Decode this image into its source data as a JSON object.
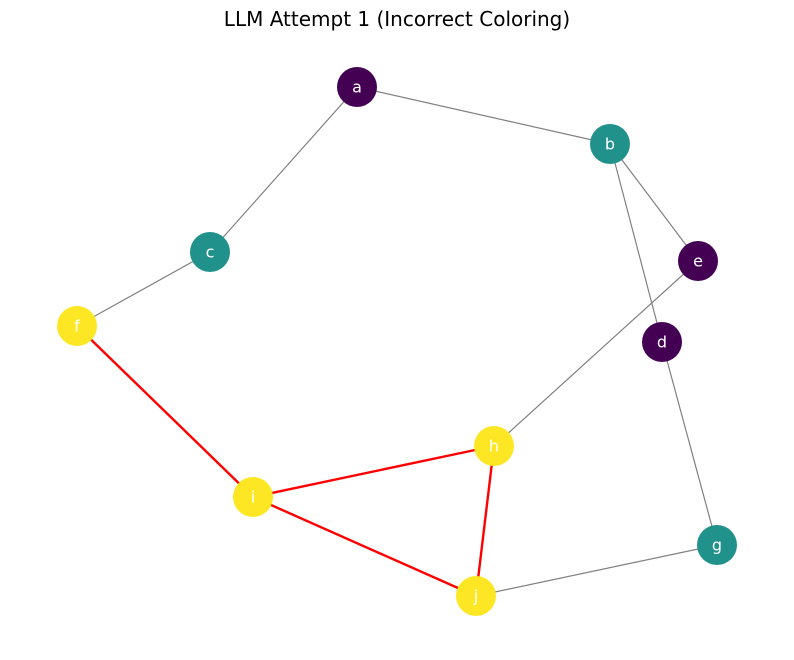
{
  "title": "LLM Attempt 1 (Incorrect Coloring)",
  "colors": {
    "purple": "#440154",
    "teal": "#21918c",
    "yellow": "#fde725",
    "edge_normal": "#808080",
    "edge_conflict": "#ff0000",
    "label": "#ffffff"
  },
  "nodes": [
    {
      "id": "a",
      "label": "a",
      "color": "purple"
    },
    {
      "id": "b",
      "label": "b",
      "color": "teal"
    },
    {
      "id": "c",
      "label": "c",
      "color": "teal"
    },
    {
      "id": "d",
      "label": "d",
      "color": "purple"
    },
    {
      "id": "e",
      "label": "e",
      "color": "purple"
    },
    {
      "id": "f",
      "label": "f",
      "color": "yellow"
    },
    {
      "id": "g",
      "label": "g",
      "color": "teal"
    },
    {
      "id": "h",
      "label": "h",
      "color": "yellow"
    },
    {
      "id": "i",
      "label": "i",
      "color": "yellow"
    },
    {
      "id": "j",
      "label": "j",
      "color": "yellow"
    }
  ],
  "edges": [
    {
      "source": "a",
      "target": "b",
      "conflict": false
    },
    {
      "source": "a",
      "target": "c",
      "conflict": false
    },
    {
      "source": "c",
      "target": "f",
      "conflict": false
    },
    {
      "source": "b",
      "target": "e",
      "conflict": false
    },
    {
      "source": "b",
      "target": "d",
      "conflict": false
    },
    {
      "source": "e",
      "target": "h",
      "conflict": false
    },
    {
      "source": "d",
      "target": "g",
      "conflict": false
    },
    {
      "source": "g",
      "target": "j",
      "conflict": false
    },
    {
      "source": "f",
      "target": "i",
      "conflict": true
    },
    {
      "source": "i",
      "target": "h",
      "conflict": true
    },
    {
      "source": "i",
      "target": "j",
      "conflict": true
    },
    {
      "source": "h",
      "target": "j",
      "conflict": true
    }
  ]
}
